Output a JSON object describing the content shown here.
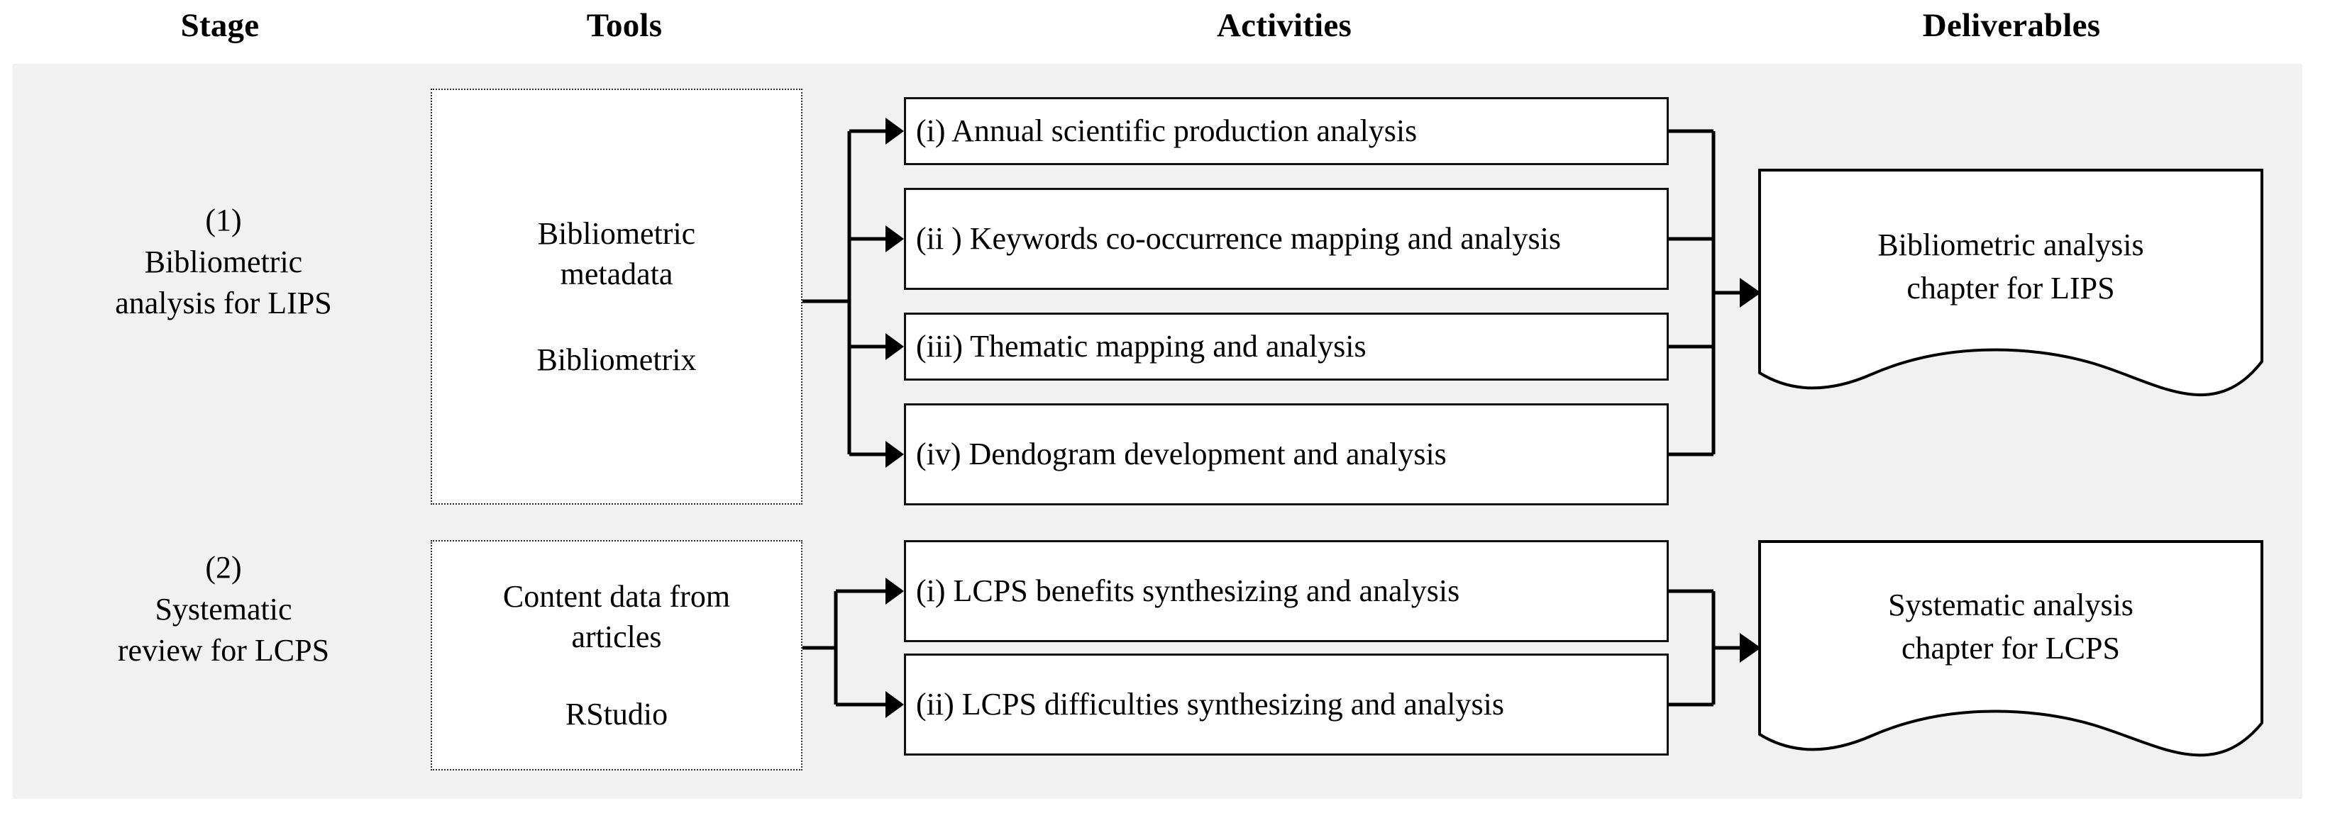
{
  "headers": {
    "stage": "Stage",
    "tools": "Tools",
    "activities": "Activities",
    "deliverables": "Deliverables"
  },
  "colors": {
    "plate_background": "#f1f1f1",
    "box_fill": "#ffffff",
    "stroke": "#000000",
    "tool_border": "#2a2a2a",
    "text": "#000000"
  },
  "rows": [
    {
      "stage": "(1)\nBibliometric\nanalysis for LIPS",
      "tools": {
        "primary": "Bibliometric\nmetadata",
        "secondary": "Bibliometrix"
      },
      "activities": [
        "(i) Annual scientific production analysis",
        "(ii ) Keywords co-occurrence mapping and analysis",
        "(iii) Thematic mapping and analysis",
        "(iv) Dendogram development and analysis"
      ],
      "deliverable": "Bibliometric analysis\nchapter for LIPS"
    },
    {
      "stage": "(2)\nSystematic\nreview for LCPS",
      "tools": {
        "primary": "Content data from\narticles",
        "secondary": "RStudio"
      },
      "activities": [
        "(i) LCPS benefits synthesizing and analysis",
        "(ii) LCPS difficulties synthesizing and analysis"
      ],
      "deliverable": "Systematic analysis\nchapter for LCPS"
    }
  ],
  "connectors": {
    "tools_to_activities": "fan-out-arrows",
    "activities_to_deliverable": "fan-in-arrow"
  }
}
